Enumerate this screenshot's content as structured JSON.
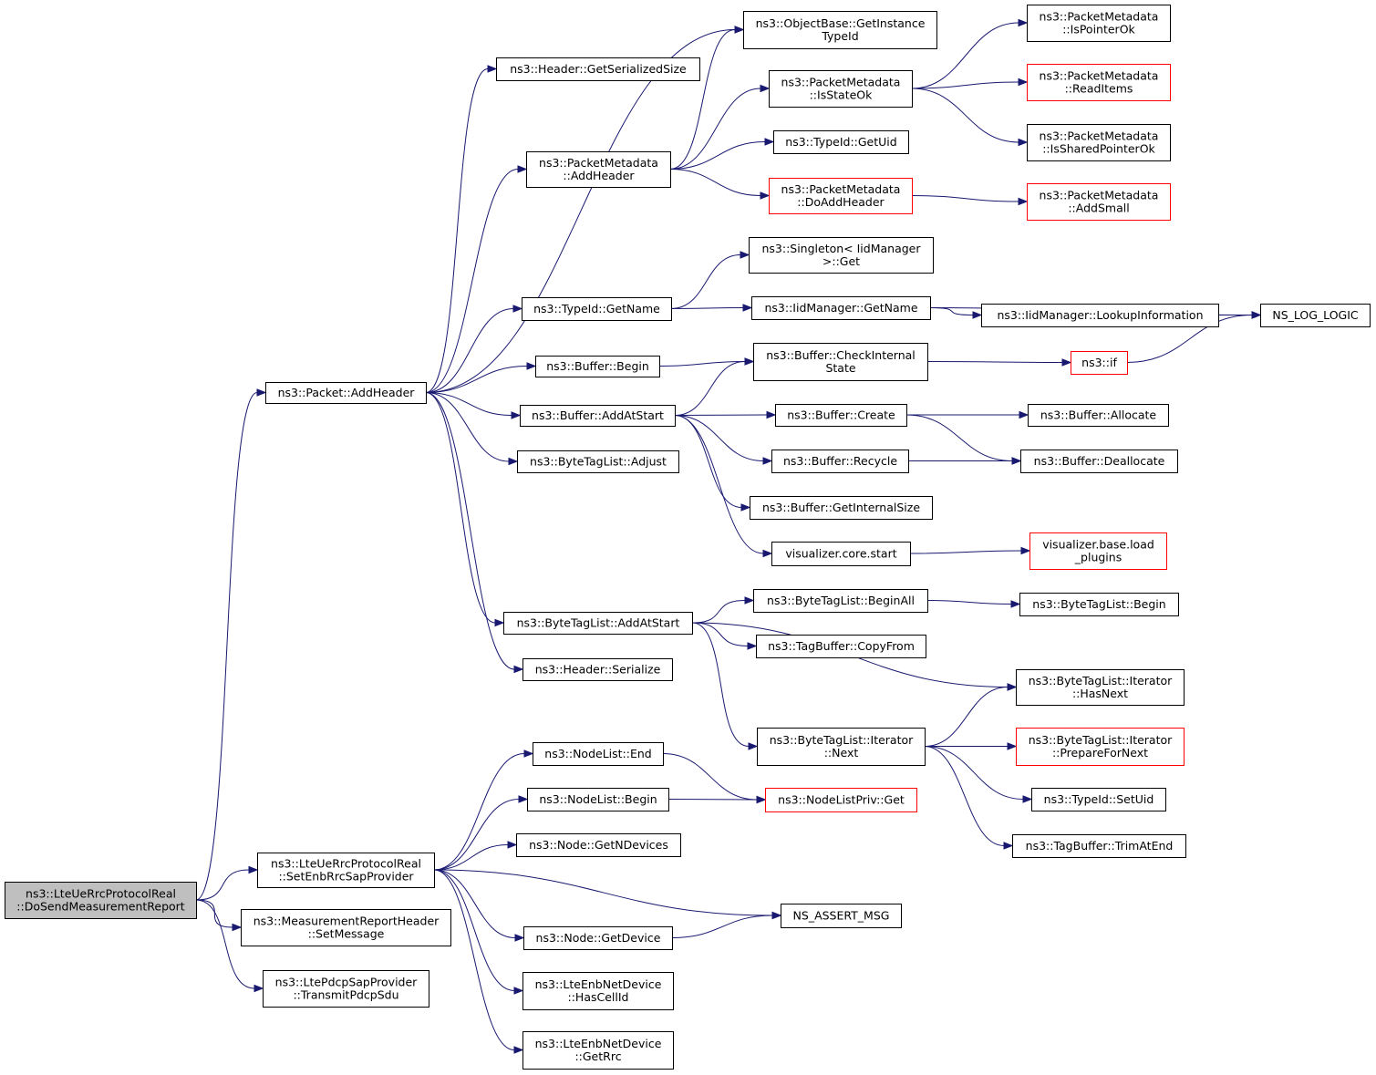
{
  "diagram": {
    "nodes": [
      {
        "id": "root",
        "lines": [
          "ns3::LteUeRrcProtocolReal",
          "::DoSendMeasurementReport"
        ],
        "root": true
      },
      {
        "id": "packetAddHeader",
        "lines": [
          "ns3::Packet::AddHeader"
        ]
      },
      {
        "id": "setEnbRrcSap",
        "lines": [
          "ns3::LteUeRrcProtocolReal",
          "::SetEnbRrcSapProvider"
        ]
      },
      {
        "id": "measSetMessage",
        "lines": [
          "ns3::MeasurementReportHeader",
          "::SetMessage"
        ]
      },
      {
        "id": "transmitPdcp",
        "lines": [
          "ns3::LtePdcpSapProvider",
          "::TransmitPdcpSdu"
        ]
      },
      {
        "id": "objGetInstance",
        "lines": [
          "ns3::ObjectBase::GetInstance",
          "TypeId"
        ]
      },
      {
        "id": "hdrGetSerSize",
        "lines": [
          "ns3::Header::GetSerializedSize"
        ]
      },
      {
        "id": "pmAddHeader",
        "lines": [
          "ns3::PacketMetadata",
          "::AddHeader"
        ]
      },
      {
        "id": "typeIdGetName",
        "lines": [
          "ns3::TypeId::GetName"
        ]
      },
      {
        "id": "bufBegin",
        "lines": [
          "ns3::Buffer::Begin"
        ]
      },
      {
        "id": "bufAddAtStart",
        "lines": [
          "ns3::Buffer::AddAtStart"
        ]
      },
      {
        "id": "btlAdjust",
        "lines": [
          "ns3::ByteTagList::Adjust"
        ]
      },
      {
        "id": "btlAddAtStart",
        "lines": [
          "ns3::ByteTagList::AddAtStart"
        ]
      },
      {
        "id": "hdrSerialize",
        "lines": [
          "ns3::Header::Serialize"
        ]
      },
      {
        "id": "pmIsStateOk",
        "lines": [
          "ns3::PacketMetadata",
          "::IsStateOk"
        ]
      },
      {
        "id": "typeIdGetUid",
        "lines": [
          "ns3::TypeId::GetUid"
        ]
      },
      {
        "id": "pmDoAddHeader",
        "lines": [
          "ns3::PacketMetadata",
          "::DoAddHeader"
        ],
        "red": true
      },
      {
        "id": "pmIsPointerOk",
        "lines": [
          "ns3::PacketMetadata",
          "::IsPointerOk"
        ]
      },
      {
        "id": "pmReadItems",
        "lines": [
          "ns3::PacketMetadata",
          "::ReadItems"
        ],
        "red": true
      },
      {
        "id": "pmIsSharedPtrOk",
        "lines": [
          "ns3::PacketMetadata",
          "::IsSharedPointerOk"
        ]
      },
      {
        "id": "pmAddSmall",
        "lines": [
          "ns3::PacketMetadata",
          "::AddSmall"
        ],
        "red": true
      },
      {
        "id": "singletonGet",
        "lines": [
          "ns3::Singleton< IidManager",
          ">::Get"
        ]
      },
      {
        "id": "iidGetName",
        "lines": [
          "ns3::IidManager::GetName"
        ]
      },
      {
        "id": "iidLookup",
        "lines": [
          "ns3::IidManager::LookupInformation"
        ]
      },
      {
        "id": "nsLogLogic",
        "lines": [
          "NS_LOG_LOGIC"
        ]
      },
      {
        "id": "bufCheckInternal",
        "lines": [
          "ns3::Buffer::CheckInternal",
          "State"
        ]
      },
      {
        "id": "ns3if",
        "lines": [
          "ns3::if"
        ],
        "red": true
      },
      {
        "id": "bufCreate",
        "lines": [
          "ns3::Buffer::Create"
        ]
      },
      {
        "id": "bufAllocate",
        "lines": [
          "ns3::Buffer::Allocate"
        ]
      },
      {
        "id": "bufRecycle",
        "lines": [
          "ns3::Buffer::Recycle"
        ]
      },
      {
        "id": "bufDeallocate",
        "lines": [
          "ns3::Buffer::Deallocate"
        ]
      },
      {
        "id": "bufGetInternalSize",
        "lines": [
          "ns3::Buffer::GetInternalSize"
        ]
      },
      {
        "id": "vizCoreStart",
        "lines": [
          "visualizer.core.start"
        ]
      },
      {
        "id": "vizLoadPlugins",
        "lines": [
          "visualizer.base.load",
          "_plugins"
        ],
        "red": true
      },
      {
        "id": "btlBeginAll",
        "lines": [
          "ns3::ByteTagList::BeginAll"
        ]
      },
      {
        "id": "btlBegin",
        "lines": [
          "ns3::ByteTagList::Begin"
        ]
      },
      {
        "id": "tbCopyFrom",
        "lines": [
          "ns3::TagBuffer::CopyFrom"
        ]
      },
      {
        "id": "btlItHasNext",
        "lines": [
          "ns3::ByteTagList::Iterator",
          "::HasNext"
        ]
      },
      {
        "id": "btlItNext",
        "lines": [
          "ns3::ByteTagList::Iterator",
          "::Next"
        ]
      },
      {
        "id": "btlItPrepare",
        "lines": [
          "ns3::ByteTagList::Iterator",
          "::PrepareForNext"
        ],
        "red": true
      },
      {
        "id": "typeIdSetUid",
        "lines": [
          "ns3::TypeId::SetUid"
        ]
      },
      {
        "id": "tbTrimAtEnd",
        "lines": [
          "ns3::TagBuffer::TrimAtEnd"
        ]
      },
      {
        "id": "nodeListEnd",
        "lines": [
          "ns3::NodeList::End"
        ]
      },
      {
        "id": "nodeListBegin",
        "lines": [
          "ns3::NodeList::Begin"
        ]
      },
      {
        "id": "nodeListPrivGet",
        "lines": [
          "ns3::NodeListPriv::Get"
        ],
        "red": true
      },
      {
        "id": "nodeGetNDevices",
        "lines": [
          "ns3::Node::GetNDevices"
        ]
      },
      {
        "id": "nsAssertMsg",
        "lines": [
          "NS_ASSERT_MSG"
        ]
      },
      {
        "id": "nodeGetDevice",
        "lines": [
          "ns3::Node::GetDevice"
        ]
      },
      {
        "id": "enbHasCellId",
        "lines": [
          "ns3::LteEnbNetDevice",
          "::HasCellId"
        ]
      },
      {
        "id": "enbGetRrc",
        "lines": [
          "ns3::LteEnbNetDevice",
          "::GetRrc"
        ]
      }
    ],
    "edges": [
      [
        "root",
        "packetAddHeader"
      ],
      [
        "root",
        "setEnbRrcSap"
      ],
      [
        "root",
        "measSetMessage"
      ],
      [
        "root",
        "transmitPdcp"
      ],
      [
        "packetAddHeader",
        "hdrGetSerSize"
      ],
      [
        "packetAddHeader",
        "objGetInstance"
      ],
      [
        "packetAddHeader",
        "pmAddHeader"
      ],
      [
        "packetAddHeader",
        "typeIdGetName"
      ],
      [
        "packetAddHeader",
        "bufBegin"
      ],
      [
        "packetAddHeader",
        "bufAddAtStart"
      ],
      [
        "packetAddHeader",
        "btlAdjust"
      ],
      [
        "packetAddHeader",
        "btlAddAtStart"
      ],
      [
        "packetAddHeader",
        "hdrSerialize"
      ],
      [
        "pmAddHeader",
        "objGetInstance"
      ],
      [
        "pmAddHeader",
        "pmIsStateOk"
      ],
      [
        "pmAddHeader",
        "typeIdGetUid"
      ],
      [
        "pmAddHeader",
        "pmDoAddHeader"
      ],
      [
        "pmIsStateOk",
        "pmIsPointerOk"
      ],
      [
        "pmIsStateOk",
        "pmReadItems"
      ],
      [
        "pmIsStateOk",
        "pmIsSharedPtrOk"
      ],
      [
        "pmDoAddHeader",
        "pmAddSmall"
      ],
      [
        "typeIdGetName",
        "singletonGet"
      ],
      [
        "typeIdGetName",
        "iidGetName"
      ],
      [
        "iidGetName",
        "iidLookup"
      ],
      [
        "iidGetName",
        "nsLogLogic"
      ],
      [
        "iidLookup",
        "nsLogLogic"
      ],
      [
        "bufBegin",
        "bufCheckInternal"
      ],
      [
        "bufCheckInternal",
        "ns3if"
      ],
      [
        "ns3if",
        "nsLogLogic"
      ],
      [
        "bufAddAtStart",
        "bufCheckInternal"
      ],
      [
        "bufAddAtStart",
        "bufCreate"
      ],
      [
        "bufAddAtStart",
        "bufRecycle"
      ],
      [
        "bufAddAtStart",
        "bufGetInternalSize"
      ],
      [
        "bufAddAtStart",
        "vizCoreStart"
      ],
      [
        "bufCreate",
        "bufAllocate"
      ],
      [
        "bufCreate",
        "bufDeallocate"
      ],
      [
        "bufRecycle",
        "bufDeallocate"
      ],
      [
        "vizCoreStart",
        "vizLoadPlugins"
      ],
      [
        "btlAddAtStart",
        "btlBeginAll"
      ],
      [
        "btlAddAtStart",
        "tbCopyFrom"
      ],
      [
        "btlAddAtStart",
        "btlItHasNext"
      ],
      [
        "btlAddAtStart",
        "btlItNext"
      ],
      [
        "btlBeginAll",
        "btlBegin"
      ],
      [
        "btlItNext",
        "btlItHasNext"
      ],
      [
        "btlItNext",
        "btlItPrepare"
      ],
      [
        "btlItNext",
        "typeIdSetUid"
      ],
      [
        "btlItNext",
        "tbTrimAtEnd"
      ],
      [
        "setEnbRrcSap",
        "nodeListEnd"
      ],
      [
        "setEnbRrcSap",
        "nodeListBegin"
      ],
      [
        "setEnbRrcSap",
        "nodeGetNDevices"
      ],
      [
        "setEnbRrcSap",
        "nsAssertMsg"
      ],
      [
        "setEnbRrcSap",
        "nodeGetDevice"
      ],
      [
        "setEnbRrcSap",
        "enbHasCellId"
      ],
      [
        "setEnbRrcSap",
        "enbGetRrc"
      ],
      [
        "nodeListEnd",
        "nodeListPrivGet"
      ],
      [
        "nodeListBegin",
        "nodeListPrivGet"
      ],
      [
        "nodeGetDevice",
        "nsAssertMsg"
      ]
    ]
  }
}
